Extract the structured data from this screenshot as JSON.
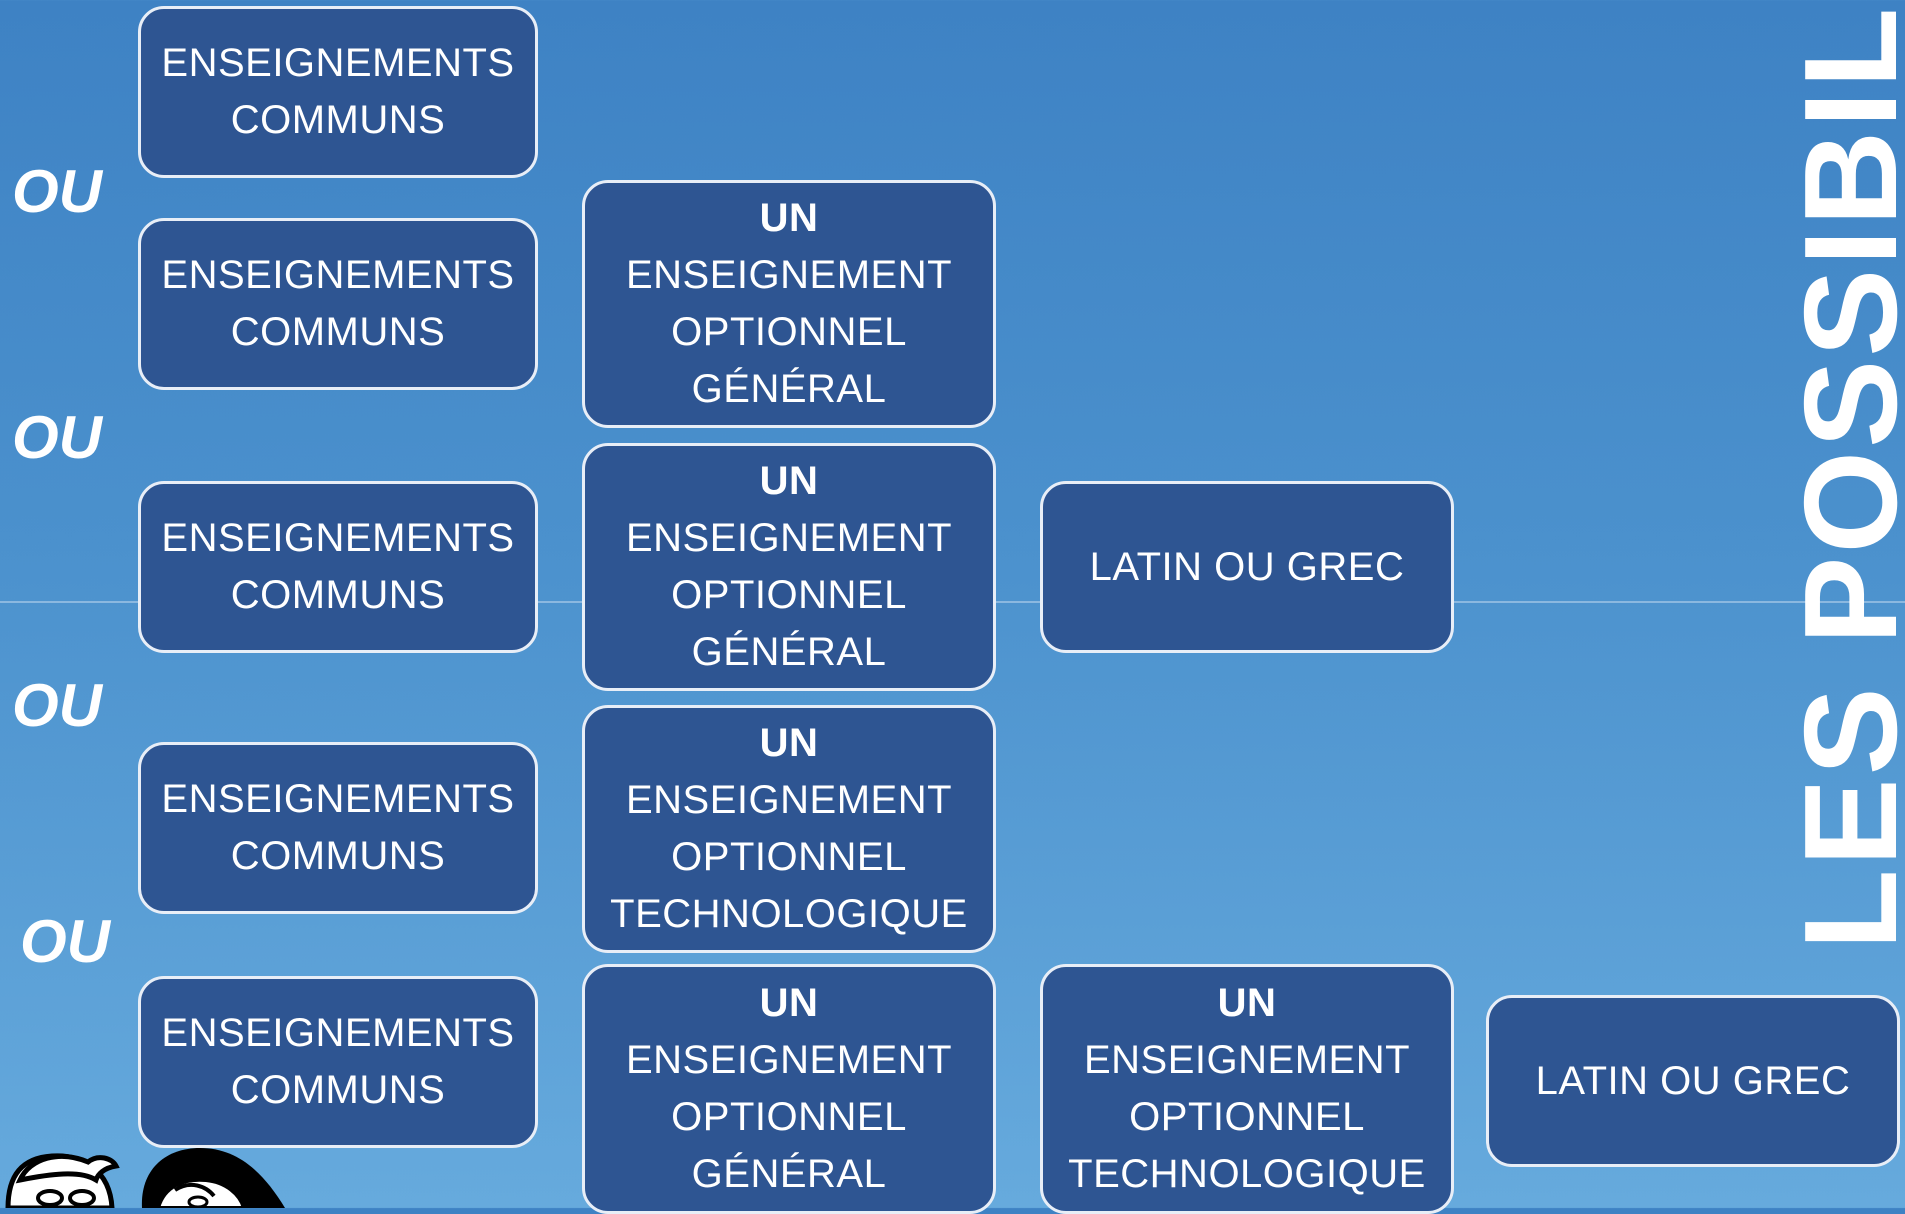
{
  "title": "LES POSSIBILITÉS",
  "separator": "OU",
  "rows": [
    {
      "commons": [
        "ENSEIGNEMENTS",
        "COMMUNS"
      ]
    },
    {
      "commons": [
        "ENSEIGNEMENTS",
        "COMMUNS"
      ],
      "option": {
        "first": "UN",
        "rest": [
          "ENSEIGNEMENT",
          "OPTIONNEL",
          "GÉNÉRAL"
        ]
      }
    },
    {
      "commons": [
        "ENSEIGNEMENTS",
        "COMMUNS"
      ],
      "option": {
        "first": "UN",
        "rest": [
          "ENSEIGNEMENT",
          "OPTIONNEL",
          "GÉNÉRAL"
        ]
      },
      "extra": "LATIN OU GREC"
    },
    {
      "commons": [
        "ENSEIGNEMENTS",
        "COMMUNS"
      ],
      "option": {
        "first": "UN",
        "rest": [
          "ENSEIGNEMENT",
          "OPTIONNEL",
          "TECHNOLOGIQUE"
        ]
      }
    },
    {
      "commons": [
        "ENSEIGNEMENTS",
        "COMMUNS"
      ],
      "option": {
        "first": "UN",
        "rest": [
          "ENSEIGNEMENT",
          "OPTIONNEL",
          "GÉNÉRAL"
        ]
      },
      "option2": {
        "first": "UN",
        "rest": [
          "ENSEIGNEMENT",
          "OPTIONNEL",
          "TECHNOLOGIQUE"
        ]
      },
      "extra": "LATIN OU GREC"
    }
  ],
  "colors": {
    "box_fill": "#2e5592",
    "box_border": "#e8eef7",
    "text": "#ffffff",
    "background_top": "#3e82c4",
    "background_bottom": "#66aadd"
  }
}
